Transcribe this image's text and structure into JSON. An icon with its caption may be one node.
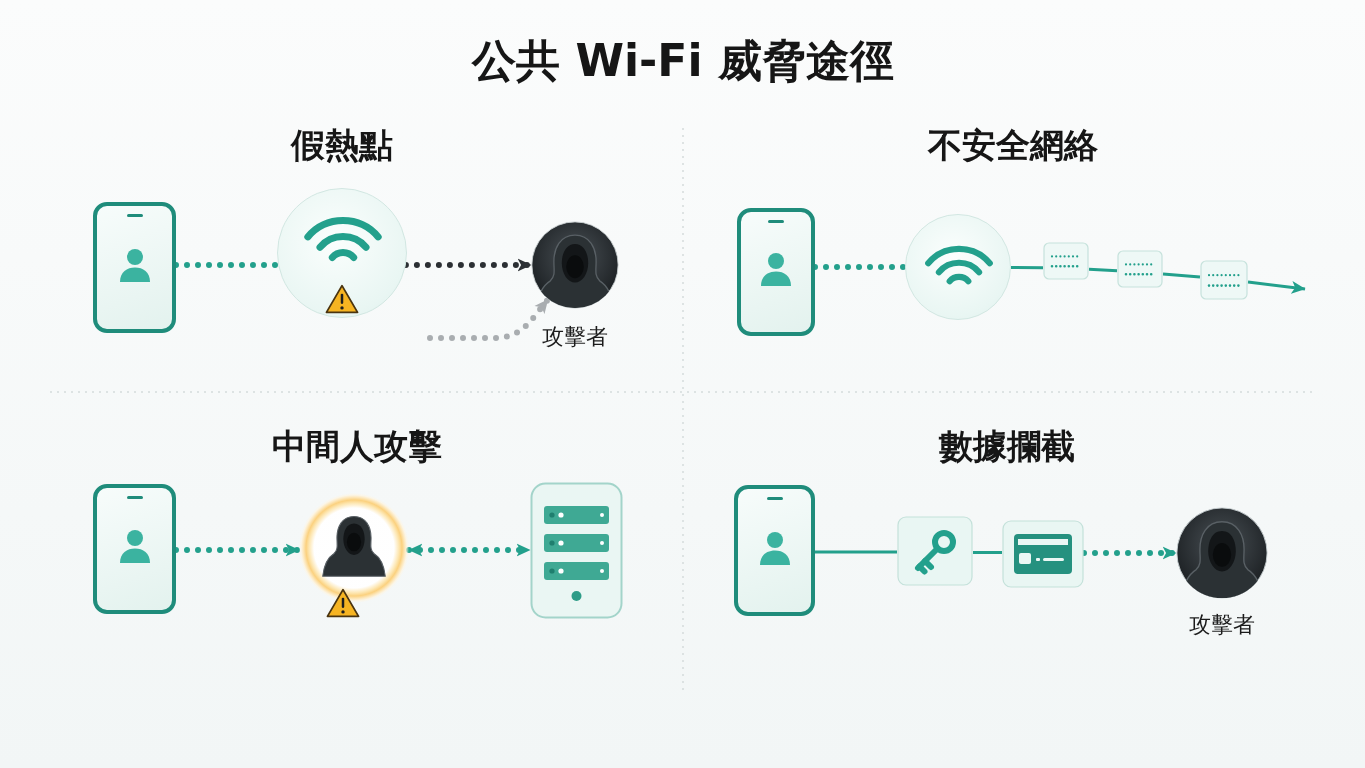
{
  "diagram": {
    "title": "公共 Wi-Fi 威脅途徑",
    "nodes": [
      {
        "text": [],
        "shape": "picture"
      },
      {
        "text": [],
        "shape": "picture"
      },
      {
        "text": [],
        "shape": "picture",
        "beside": [
          "攻擊者"
        ]
      },
      {
        "text": [],
        "shape": "picture"
      },
      {
        "text": [],
        "shape": "picture"
      },
      {
        "text": [],
        "shape": "picture"
      },
      {
        "text": [],
        "shape": "picture"
      },
      {
        "text": [],
        "shape": "picture"
      },
      {
        "text": [],
        "shape": "picture"
      },
      {
        "text": [],
        "shape": "picture"
      },
      {
        "text": [],
        "shape": "picture"
      },
      {
        "text": [],
        "shape": "picture"
      },
      {
        "text": [],
        "shape": "picture"
      },
      {
        "text": [],
        "shape": "picture"
      },
      {
        "text": [],
        "shape": "picture",
        "beside": [
          "攻擊者"
        ]
      }
    ],
    "edges": [
      {
        "from": 0,
        "to": 1,
        "arrow": "none",
        "style": "dashed"
      },
      {
        "from": 1,
        "to": 2,
        "arrow": "to",
        "style": "dashed",
        "color": "#2b2f33"
      },
      {
        "from": null,
        "to": 2,
        "arrow": "to",
        "style": "dashed",
        "color": "#a9adb0"
      },
      {
        "from": 3,
        "to": 4,
        "arrow": "none",
        "style": "dashed"
      },
      {
        "from": 4,
        "to": 5,
        "arrow": "none"
      },
      {
        "from": 5,
        "to": 6,
        "arrow": "none"
      },
      {
        "from": 6,
        "to": 7,
        "arrow": "none"
      },
      {
        "from": 7,
        "to": null,
        "arrow": "to"
      },
      {
        "from": 8,
        "to": 9,
        "arrow": "to",
        "style": "dashed"
      },
      {
        "from": 9,
        "to": 10,
        "arrow": "both",
        "style": "dashed"
      },
      {
        "from": 11,
        "to": 12,
        "arrow": "none"
      },
      {
        "from": 12,
        "to": 13,
        "arrow": "none"
      },
      {
        "from": 13,
        "to": 14,
        "arrow": "to",
        "style": "dashed"
      }
    ],
    "labels": [
      "假熱點",
      "不安全網絡",
      "中間人攻擊",
      "數據攔截"
    ]
  }
}
